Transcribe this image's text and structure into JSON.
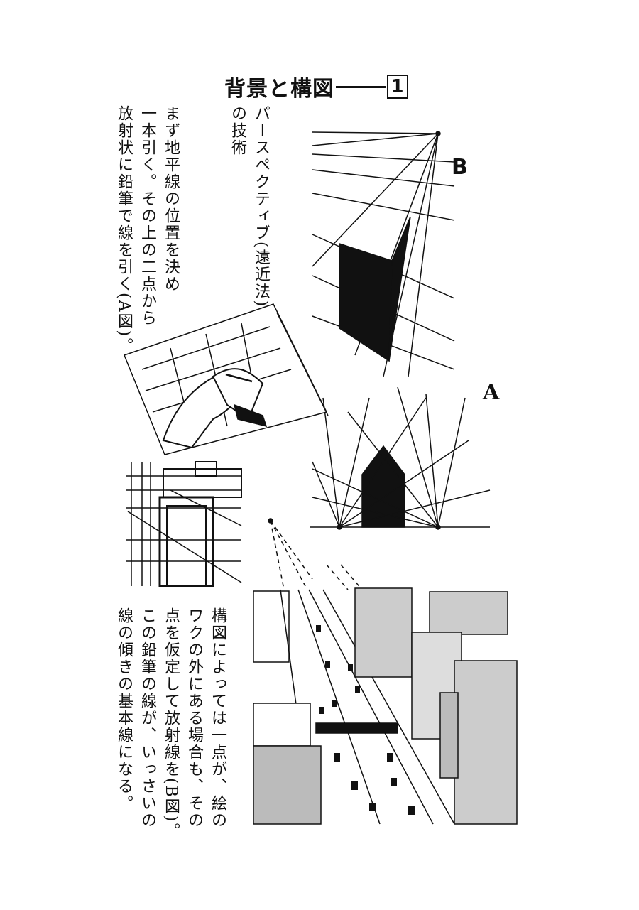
{
  "title": {
    "text": "背景と構図",
    "number": "1"
  },
  "subheading": {
    "lines": [
      "パースペクティブ(遠近法)",
      "の技術"
    ]
  },
  "paragraph_a": {
    "lines": [
      "まず地平線の位置を決め",
      "一本引く。その上の二点から",
      "放射状に鉛筆で線を引く(A図)。"
    ]
  },
  "paragraph_b": {
    "lines": [
      "構図によっては一点が、絵の",
      "ワクの外にある場合も、その",
      "点を仮定して放射線を(B図)。",
      "この鉛筆の線が、いっさいの",
      "線の傾きの基本線になる。"
    ]
  },
  "figure_labels": {
    "b": "B",
    "a": "A"
  }
}
